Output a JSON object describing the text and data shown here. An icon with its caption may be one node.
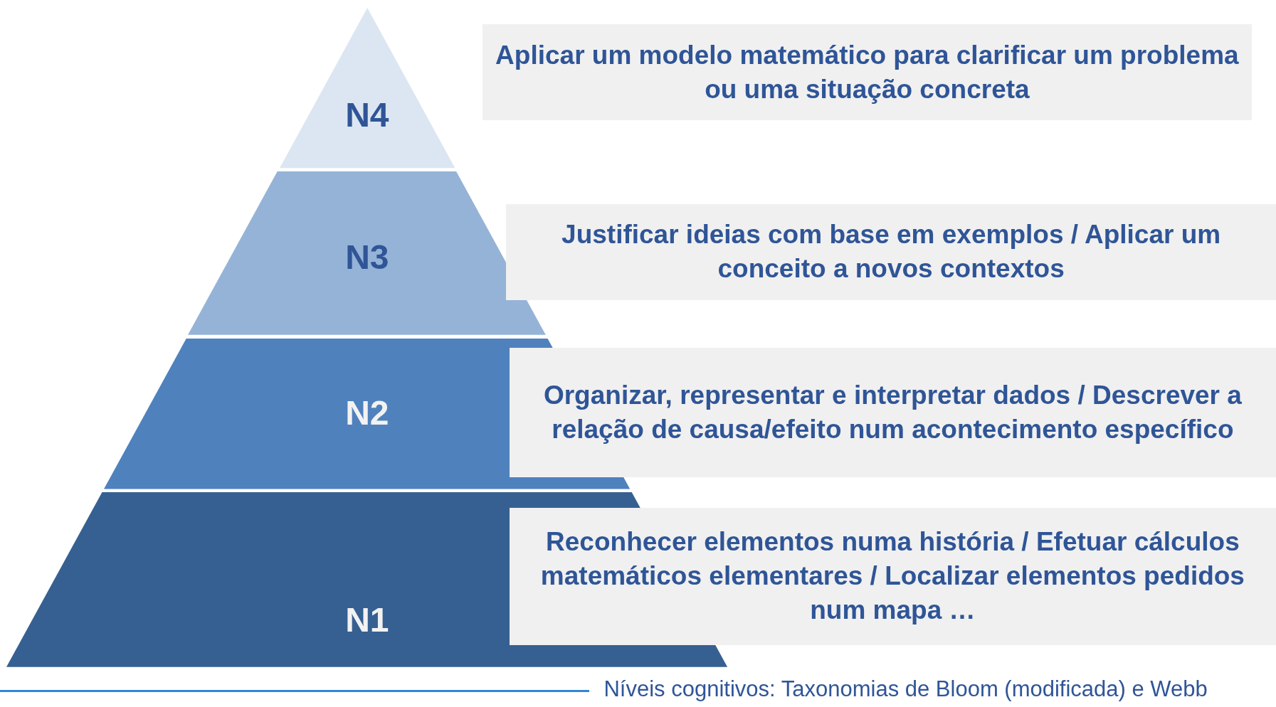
{
  "diagram": {
    "caption": "Níveis cognitivos: Taxonomias de Bloom (modificada) e Webb",
    "nodes": [
      {
        "text": [
          "N4"
        ]
      },
      {
        "text": [
          "N3"
        ]
      },
      {
        "text": [
          "N2"
        ]
      },
      {
        "text": [
          "N1"
        ]
      },
      {
        "text": [
          "Aplicar um modelo matemático para clarificar um problema ou uma situação concreta"
        ]
      },
      {
        "text": [
          "Justificar ideias com base em exemplos / Aplicar um conceito a novos contextos"
        ]
      },
      {
        "text": [
          "Organizar, representar e interpretar dados / Descrever a relação de causa/efeito num acontecimento específico"
        ]
      },
      {
        "text": [
          "Reconhecer elementos numa história / Efetuar cálculos matemáticos elementares / Localizar elementos pedidos num mapa …"
        ]
      }
    ]
  }
}
